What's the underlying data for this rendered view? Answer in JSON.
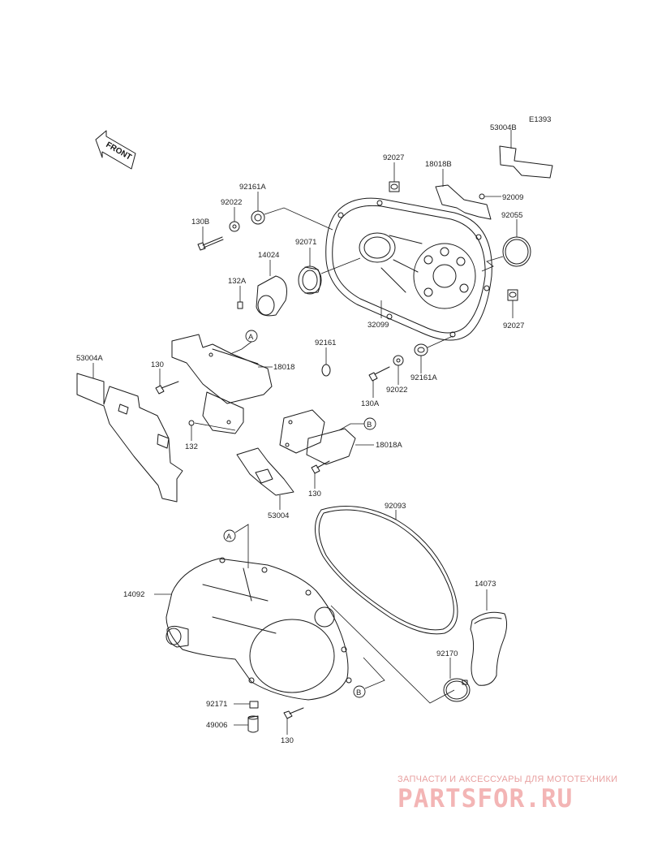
{
  "diagram_code": "E1393",
  "front_label": "FRONT",
  "callouts": {
    "p53004B": "53004B",
    "p92027_top": "92027",
    "p18018B": "18018B",
    "p92009": "92009",
    "p92055": "92055",
    "p92161A_top": "92161A",
    "p92022_top": "92022",
    "p130B": "130B",
    "p92071": "92071",
    "p14024": "14024",
    "p132A": "132A",
    "p32099": "32099",
    "p92027_right": "92027",
    "p92161": "92161",
    "p18018": "18018",
    "p130_left": "130",
    "p53004A": "53004A",
    "p132": "132",
    "p92161A_mid": "92161A",
    "p92022_mid": "92022",
    "p130A": "130A",
    "p18018A": "18018A",
    "p130_mid": "130",
    "p53004": "53004",
    "p92093": "92093",
    "p14092": "14092",
    "p14073": "14073",
    "p92170": "92170",
    "p92171": "92171",
    "p49006": "49006",
    "p130_bottom": "130"
  },
  "ref_markers": {
    "a1": "A",
    "b1": "B",
    "a2": "A",
    "b2": "B"
  },
  "watermark": {
    "subtitle": "ЗАПЧАСТИ И АКСЕССУАРЫ ДЛЯ МОТОТЕХНИКИ",
    "brand": "PARTSFOR.RU"
  }
}
